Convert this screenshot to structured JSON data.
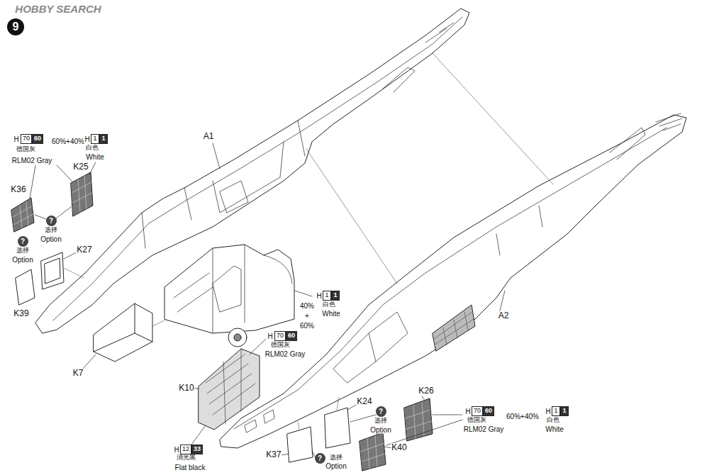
{
  "diagram": {
    "nodes": [
      {
        "text": [
          "9"
        ]
      },
      {
        "text": [
          "70"
        ]
      },
      {
        "text": [
          "60"
        ]
      },
      {
        "text": [
          "1"
        ]
      },
      {
        "text": [
          "1"
        ]
      },
      {
        "text": [
          "?"
        ]
      },
      {
        "text": [
          "?"
        ]
      },
      {
        "text": [
          "1"
        ]
      },
      {
        "text": [
          "1"
        ]
      },
      {
        "text": [
          "70"
        ]
      },
      {
        "text": [
          "60"
        ]
      },
      {
        "text": [
          "?"
        ]
      },
      {
        "text": [
          "70"
        ]
      },
      {
        "text": [
          "60"
        ]
      },
      {
        "text": [
          "1"
        ]
      },
      {
        "text": [
          "1"
        ]
      },
      {
        "text": [
          "12"
        ]
      },
      {
        "text": [
          "33"
        ]
      },
      {
        "text": [
          "?"
        ]
      }
    ],
    "labels": [
      "HOBBY SEARCH",
      "H",
      "德国灰",
      "RLM02 Gray",
      "60%+40%",
      "H",
      "白色",
      "White",
      "K25",
      "K36",
      "选择",
      "Option",
      "选择",
      "Option",
      "K27",
      "A1",
      "K39",
      "H",
      "40%",
      "白色",
      "White",
      "+",
      "60%",
      "H",
      "德国灰",
      "RLM02 Gray",
      "A2",
      "K7",
      "K10",
      "K26",
      "K24",
      "选择",
      "Option",
      "H",
      "德国灰",
      "RLM02 Gray",
      "60%+40%",
      "H",
      "白色",
      "White",
      "K40",
      "K37",
      "选择",
      "Option",
      "H",
      "消光黑",
      "Flat black"
    ]
  }
}
